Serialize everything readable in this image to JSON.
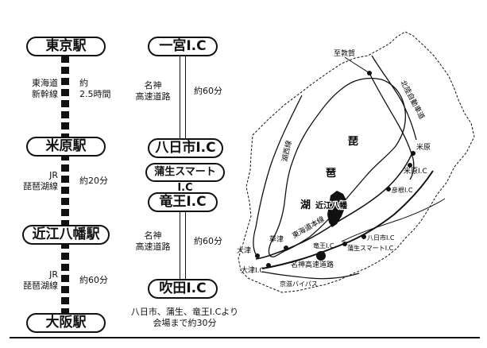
{
  "rail": {
    "stations": [
      "東京駅",
      "米原駅",
      "近江八幡駅",
      "大阪駅"
    ],
    "segments": [
      {
        "line": [
          "東海道",
          "新幹線"
        ],
        "time": [
          "約",
          "2.5時間"
        ]
      },
      {
        "line": [
          "JR",
          "琵琶湖線"
        ],
        "time": [
          "約20分"
        ]
      },
      {
        "line": [
          "JR",
          "琵琶湖線"
        ],
        "time": [
          "約60分"
        ]
      }
    ]
  },
  "road": {
    "interchanges": [
      "一宮I.C",
      "八日市I.C",
      "蒲生スマートI.C",
      "竜王I.C",
      "吹田I.C"
    ],
    "segments": [
      {
        "road": [
          "名神",
          "高速道路"
        ],
        "time": "約60分"
      },
      {
        "road": [
          "名神",
          "高速道路"
        ],
        "time": "約60分"
      }
    ],
    "note": [
      "八日市、蒲生、竜王I.Cより",
      "会場まで約30分"
    ]
  },
  "map": {
    "labels": {
      "tsuruga": "至敦賀",
      "hokuriku": "北陸自動車道",
      "maibara": "米原",
      "maibara_ic": "米原I.C",
      "hikone_ic": "彦根I.C",
      "kosei": "湖西線",
      "lake1": "琵",
      "lake2": "琶",
      "lake3": "湖",
      "omihachiman": "近江八幡",
      "tokaido": "東海道本線",
      "kusatsu": "草津",
      "otsu": "大津",
      "otsu_ic": "大津I.C",
      "meishin": "名神高速道路",
      "keiji": "京滋バイパス",
      "ryuo_ic": "竜王I.C",
      "yokaichi_ic": "八日市I.C",
      "gamo_ic": "蒲生スマートI.C"
    }
  }
}
